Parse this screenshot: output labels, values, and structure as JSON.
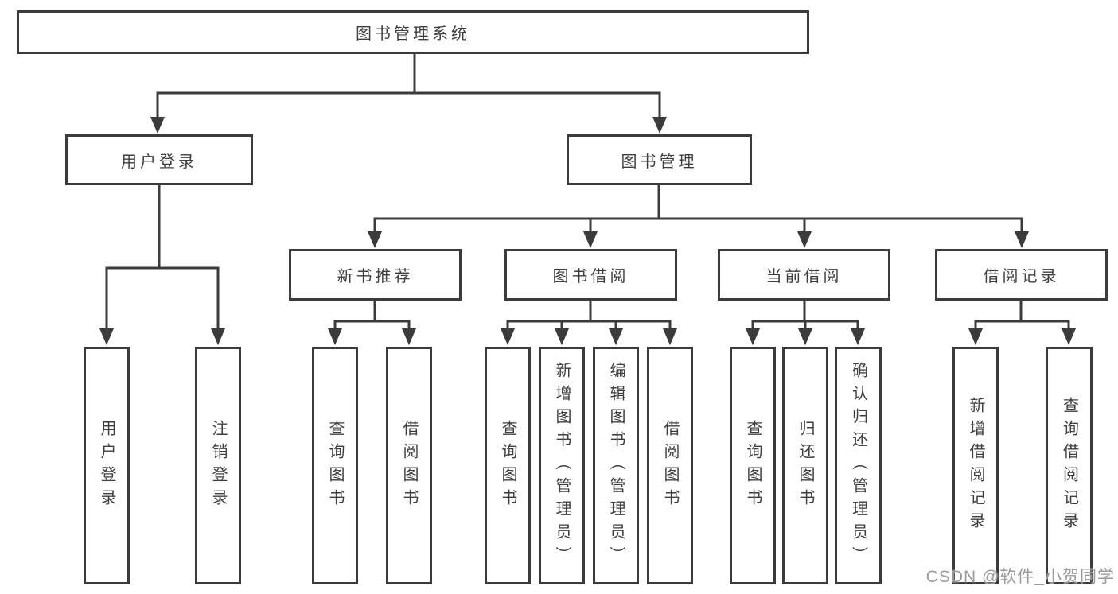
{
  "diagram": {
    "type": "hierarchy-flowchart",
    "tree": {
      "label": "图书管理系统",
      "children": [
        {
          "label": "用户登录",
          "children": [
            {
              "label": "用户登录"
            },
            {
              "label": "注销登录"
            }
          ]
        },
        {
          "label": "图书管理",
          "children": [
            {
              "label": "新书推荐",
              "children": [
                {
                  "label": "查询图书"
                },
                {
                  "label": "借阅图书"
                }
              ]
            },
            {
              "label": "图书借阅",
              "children": [
                {
                  "label": "查询图书"
                },
                {
                  "label": "新增图书（管理员）"
                },
                {
                  "label": "编辑图书（管理员）"
                },
                {
                  "label": "借阅图书"
                }
              ]
            },
            {
              "label": "当前借阅",
              "children": [
                {
                  "label": "查询图书"
                },
                {
                  "label": "归还图书"
                },
                {
                  "label": "确认归还（管理员）"
                }
              ]
            },
            {
              "label": "借阅记录",
              "children": [
                {
                  "label": "新增借阅记录"
                },
                {
                  "label": "查询借阅记录"
                }
              ]
            }
          ]
        }
      ]
    },
    "colors": {
      "line": "#3b3b3b",
      "box_border": "#3b3b3b",
      "box_fill": "#ffffff",
      "text": "#3f3f3f",
      "background": "#ffffff",
      "watermark": "#9b9b9b"
    }
  },
  "watermark": {
    "text": "CSDN @软件_小贺同学"
  }
}
